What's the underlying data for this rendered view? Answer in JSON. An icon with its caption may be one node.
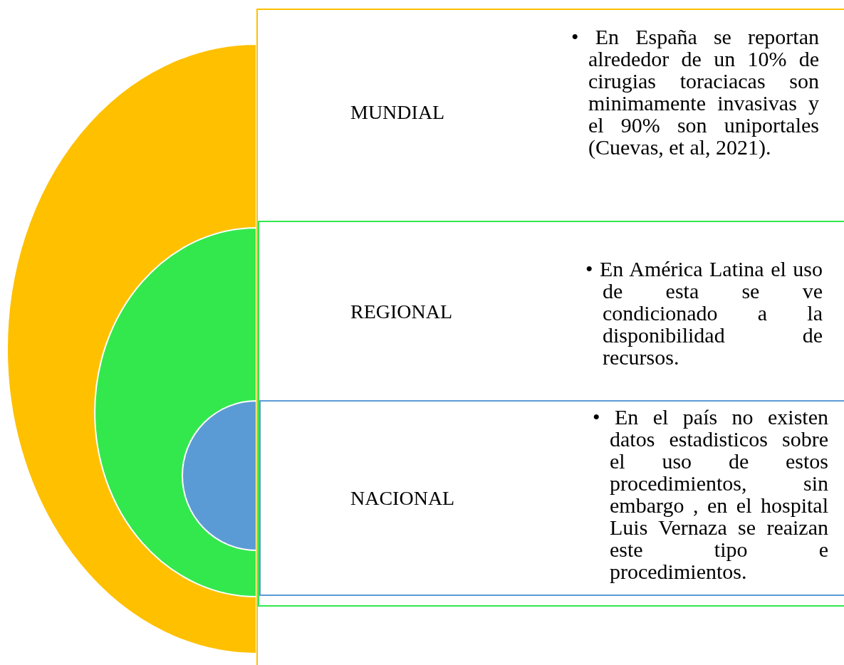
{
  "diagram": {
    "nodes": [
      {
        "text": [
          "MUNDIAL",
          "• En España se reportan alrededor de un 10% de cirugias toraciacas son minimamente invasivas y el 90% son uniportales (Cuevas, et al, 2021)."
        ]
      },
      {
        "text": [
          "REGIONAL",
          "• En América Latina el uso de esta se ve condicionado a la disponibilidad de recursos."
        ],
        "in": 0
      },
      {
        "text": [
          "NACIONAL",
          "• En el país no existen datos estadisticos sobre el uso de estos procedimientos, sin embargo , en el hospital Luis Vernaza se reaizan este tipo e procedimientos."
        ],
        "in": 1
      }
    ],
    "edges": []
  }
}
